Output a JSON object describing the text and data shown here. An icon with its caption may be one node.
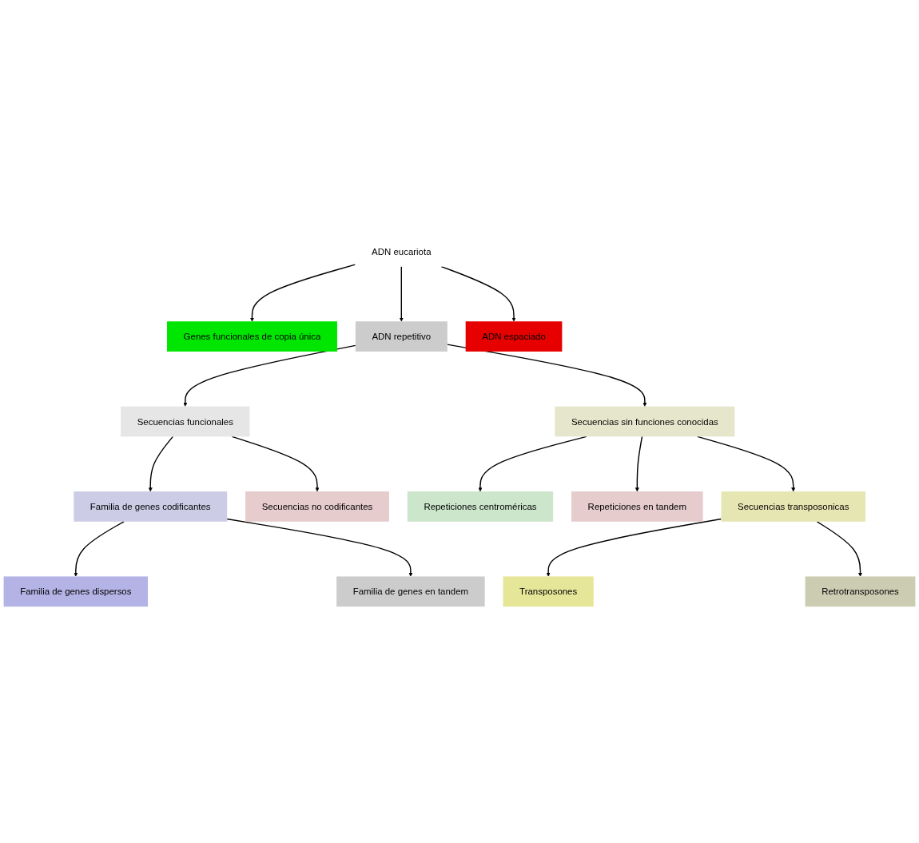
{
  "diagram": {
    "nodes": [
      {
        "text": [
          "ADN eucariota"
        ]
      },
      {
        "text": [
          "Genes funcionales de copia única"
        ]
      },
      {
        "text": [
          "ADN repetitivo"
        ]
      },
      {
        "text": [
          "ADN espaciado"
        ]
      },
      {
        "text": [
          "Secuencias funcionales"
        ]
      },
      {
        "text": [
          "Secuencias sin funciones conocidas"
        ]
      },
      {
        "text": [
          "Secuencias no codificantes"
        ]
      },
      {
        "text": [
          "Repeticiones centroméricas"
        ]
      },
      {
        "text": [
          "Familia de genes codificantes"
        ]
      },
      {
        "text": [
          "Repeticiones en tandem"
        ]
      },
      {
        "text": [
          "Secuencias transposonicas"
        ]
      },
      {
        "text": [
          "Familia de genes en tandem"
        ]
      },
      {
        "text": [
          "Familia de genes dispersos"
        ]
      },
      {
        "text": [
          "Transposones"
        ]
      },
      {
        "text": [
          "Retrotransposones"
        ]
      }
    ],
    "edges": [
      {
        "from": 0,
        "to": 1,
        "arrow": "to"
      },
      {
        "from": 0,
        "to": 2,
        "arrow": "to"
      },
      {
        "from": 0,
        "to": 3,
        "arrow": "to"
      },
      {
        "from": 2,
        "to": 4,
        "arrow": "to"
      },
      {
        "from": 2,
        "to": 5,
        "arrow": "to"
      },
      {
        "from": 4,
        "to": 8,
        "arrow": "to"
      },
      {
        "from": 4,
        "to": 6,
        "arrow": "to"
      },
      {
        "from": 5,
        "to": 7,
        "arrow": "to"
      },
      {
        "from": 5,
        "to": 9,
        "arrow": "to"
      },
      {
        "from": 5,
        "to": 10,
        "arrow": "to"
      },
      {
        "from": 8,
        "to": 12,
        "arrow": "to"
      },
      {
        "from": 8,
        "to": 11,
        "arrow": "to"
      },
      {
        "from": 10,
        "to": 13,
        "arrow": "to"
      },
      {
        "from": 10,
        "to": 14,
        "arrow": "to"
      }
    ]
  }
}
